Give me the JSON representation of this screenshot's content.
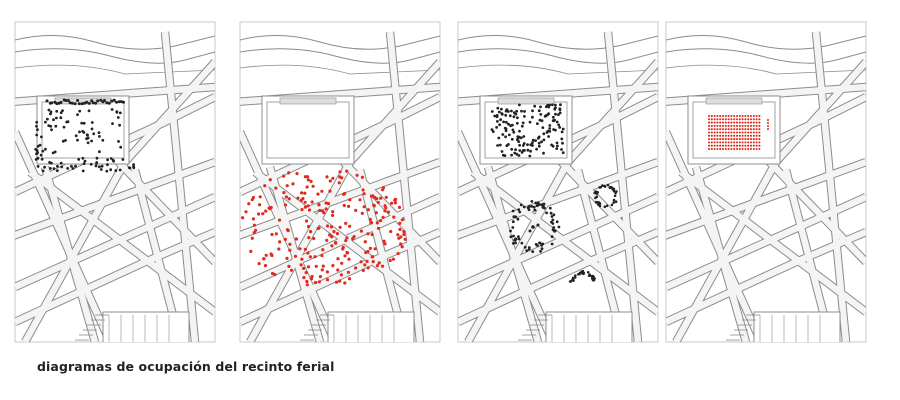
{
  "caption": "diagramas de ocupación del recinto ferial",
  "colors": {
    "background": "#ffffff",
    "street_fill": "#f4f4f4",
    "street_outline": "#8c8c8c",
    "frame": "#c9c9c9",
    "black_dot": "#222222",
    "red_dot": "#e02a1f"
  },
  "panels": [
    {
      "name": "panel-1",
      "occupancy": "dispersed-inside-and-around-venue",
      "dot_color": "black"
    },
    {
      "name": "panel-2",
      "occupancy": "crowd-spread-over-open-grounds",
      "dot_color": "red"
    },
    {
      "name": "panel-3",
      "occupancy": "venue-plus-circular-clusters",
      "dot_color": "black"
    },
    {
      "name": "panel-4",
      "occupancy": "seated-grid-inside-venue",
      "dot_color": "red"
    }
  ]
}
